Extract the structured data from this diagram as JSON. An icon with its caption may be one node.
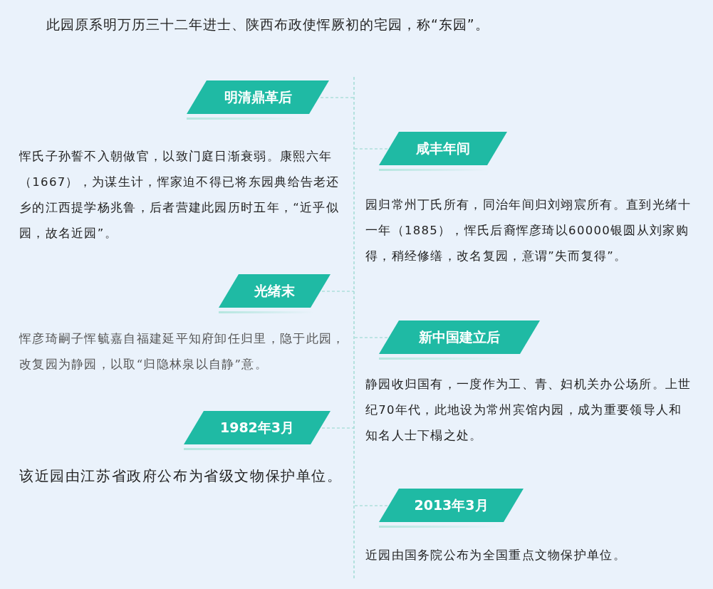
{
  "diagram": {
    "title": "此园原系明万历三十二年进士、陕西布政使恽厥初的宅园，称“东园”。",
    "nodes": [
      {
        "text": [
          "明清鼎革后"
        ],
        "beside": [
          "恽氏子孙誓不入朝做官，以致门庭日渐衰弱。康熙六年（1667），为谋生计，恽家迫不得已将东园典给告老还乡的江西提学杨兆鲁，后者营建此园历时五年，“近乎似园，故名近园”。"
        ]
      },
      {
        "text": [
          "咸丰年间"
        ],
        "beside": [
          "园归常州丁氏所有，同治年间归刘翊宸所有。直到光绪十一年（1885），恽氏后裔恽彦琦以60000银圆从刘家购得，稍经修缮，改名复园，意谓”失而复得”。"
        ]
      },
      {
        "text": [
          "光绪末"
        ],
        "beside": [
          "恽彦琦嗣子恽毓嘉自福建延平知府卸任归里，隐于此园，改复园为静园，以取“归隐林泉以自静”意。"
        ]
      },
      {
        "text": [
          "新中国建立后"
        ],
        "beside": [
          "静园收归国有，一度作为工、青、妇机关办公场所。上世纪70年代，此地设为常州宾馆内园，成为重要领导人和知名人士下榻之处。"
        ]
      },
      {
        "text": [
          "1982年3月"
        ],
        "beside": [
          "该近园由江苏省政府公布为省级文物保护单位。"
        ]
      },
      {
        "text": [
          "2013年3月"
        ],
        "beside": [
          "近园由国务院公布为全国重点文物保护单位。"
        ]
      }
    ],
    "edges": [
      {
        "from": 0,
        "to": null,
        "arrow": "none",
        "style": "dashed"
      },
      {
        "from": 1,
        "to": null,
        "arrow": "none",
        "style": "dashed"
      },
      {
        "from": 2,
        "to": null,
        "arrow": "none",
        "style": "dashed"
      },
      {
        "from": 3,
        "to": null,
        "arrow": "none",
        "style": "dashed"
      },
      {
        "from": 4,
        "to": null,
        "arrow": "none",
        "style": "dashed"
      },
      {
        "from": 5,
        "to": null,
        "arrow": "none",
        "style": "dashed"
      }
    ]
  }
}
